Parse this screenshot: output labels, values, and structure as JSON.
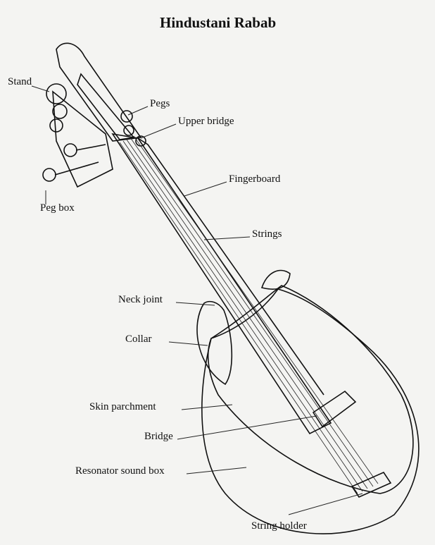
{
  "title": "Hindustani Rabab",
  "labels": {
    "stand": "Stand",
    "pegs": "Pegs",
    "upper_bridge": "Upper bridge",
    "fingerboard": "Fingerboard",
    "peg_box": "Peg box",
    "strings": "Strings",
    "neck_joint": "Neck joint",
    "collar": "Collar",
    "skin_parchment": "Skin parchment",
    "bridge": "Bridge",
    "resonator_sound_box": "Resonator sound box",
    "string_holder": "String holder"
  }
}
